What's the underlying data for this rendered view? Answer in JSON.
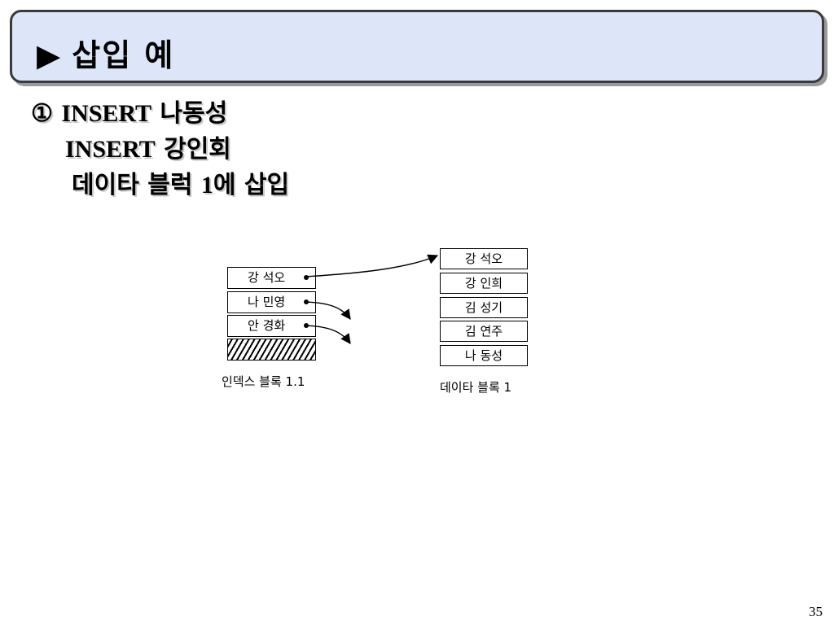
{
  "title": {
    "arrow": "▶",
    "text": "삽입 예"
  },
  "steps": {
    "line1": {
      "marker": "①",
      "keyword": "INSERT",
      "name": "나동성"
    },
    "line2": {
      "keyword": "INSERT",
      "name": "강인회"
    },
    "line3": {
      "prefix": "데이타 블럭 ",
      "number": "1",
      "suffix": "에 삽입"
    }
  },
  "index_block": {
    "label": "인덱스 블록 1.1",
    "entries": [
      "강 석오",
      "나 민영",
      "안 경화"
    ]
  },
  "data_block": {
    "label": "데이타 블록 1",
    "records": [
      "강 석오",
      "강 인희",
      "김 성기",
      "김 연주",
      "나 동성"
    ]
  },
  "page_number": "35",
  "colors": {
    "title_fill": "#dce6f8",
    "title_border": "#3a3a3a"
  }
}
